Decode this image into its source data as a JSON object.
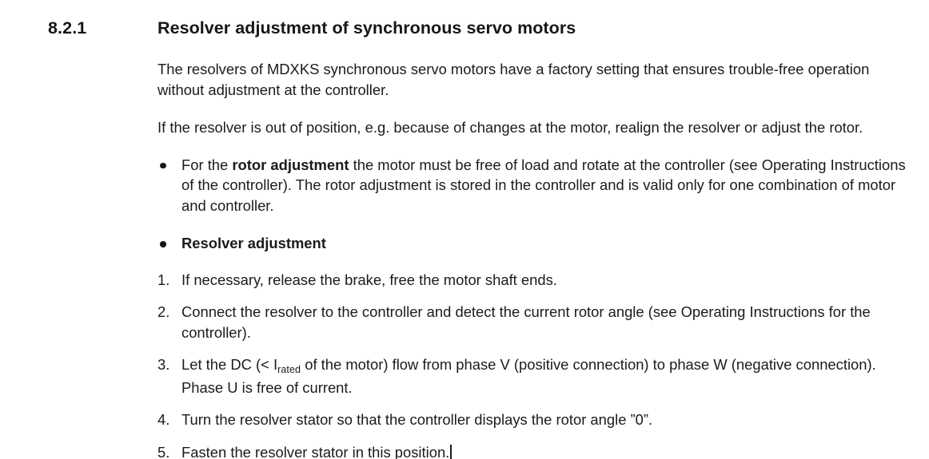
{
  "document": {
    "section_number": "8.2.1",
    "section_title": "Resolver adjustment of synchronous servo motors",
    "paragraphs": [
      "The resolvers of MDXKS synchronous servo motors have a factory setting that ensures trouble-free operation without adjustment at the controller.",
      "If the resolver is out of position, e.g. because of changes at the motor, realign the resolver or adjust the rotor."
    ],
    "bullets": [
      {
        "lead": "For the ",
        "bold": "rotor adjustment",
        "tail": " the motor must be free of load and rotate at the controller (see Operating Instructions of the controller). The rotor adjustment is stored in the controller and is valid only for one combination of motor and controller."
      },
      {
        "lead": "",
        "bold": "Resolver adjustment",
        "tail": ""
      }
    ],
    "steps": [
      {
        "number": "1.",
        "text": "If necessary, release the brake, free the motor shaft ends."
      },
      {
        "number": "2.",
        "text": "Connect the resolver to the controller and detect the current rotor angle (see Operating Instructions for the controller)."
      },
      {
        "number": "3.",
        "text_before_symbol": "Let the DC (< I",
        "symbol_subscript": "rated",
        "text_after_symbol": " of the motor) flow from phase V (positive connection) to phase W (negative connection). Phase U is free of current."
      },
      {
        "number": "4.",
        "text": "Turn the resolver stator so that the controller displays the rotor angle ”0”."
      },
      {
        "number": "5.",
        "text": "Fasten the resolver stator in this position."
      }
    ],
    "caret_after_step": "5",
    "colors": {
      "text": "#1b1b1f",
      "heading": "#16161a",
      "background": "#ffffff"
    }
  }
}
